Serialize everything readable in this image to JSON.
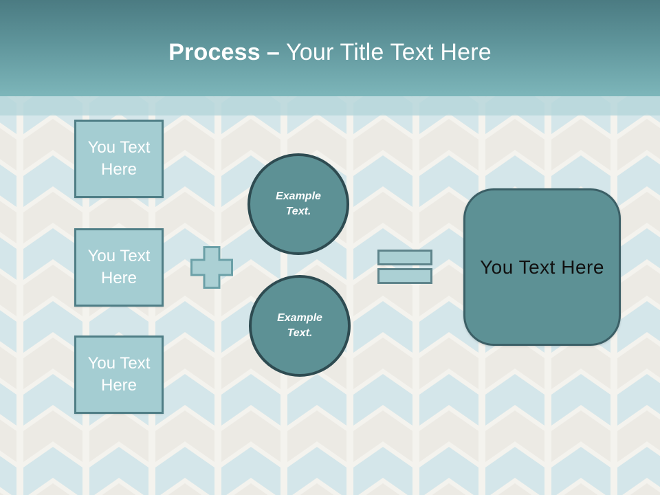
{
  "slide": {
    "title": {
      "emphasis": "Process",
      "separator": "–",
      "rest": "Your Title Text Here"
    }
  },
  "input_boxes": [
    {
      "label": "You Text Here"
    },
    {
      "label": "You Text Here"
    },
    {
      "label": "You Text Here"
    }
  ],
  "operators": {
    "plus_icon": "plus",
    "equals_icon": "equals"
  },
  "process_circles": [
    {
      "label": "Example Text."
    },
    {
      "label": "Example Text."
    }
  ],
  "result_box": {
    "label": "You Text Here"
  },
  "colors": {
    "header_gradient_top": "#4b7b82",
    "header_gradient_bottom": "#7db6ba",
    "band_overlay": "#b6d6db",
    "input_box_fill": "#a4cdd2",
    "input_box_border": "#4f7e86",
    "circle_fill": "#5d9195",
    "circle_border": "#2e4b51",
    "result_fill": "#5d9195",
    "result_border": "#3b5f66",
    "operator_fill": "#abd0d4",
    "plus_border": "#6ba0a7",
    "equals_border": "#5e848b",
    "pattern_blue": "#d4e6ea",
    "pattern_cream": "#eceae4",
    "pattern_base": "#f4f3ee",
    "title_text": "#ffffff"
  }
}
